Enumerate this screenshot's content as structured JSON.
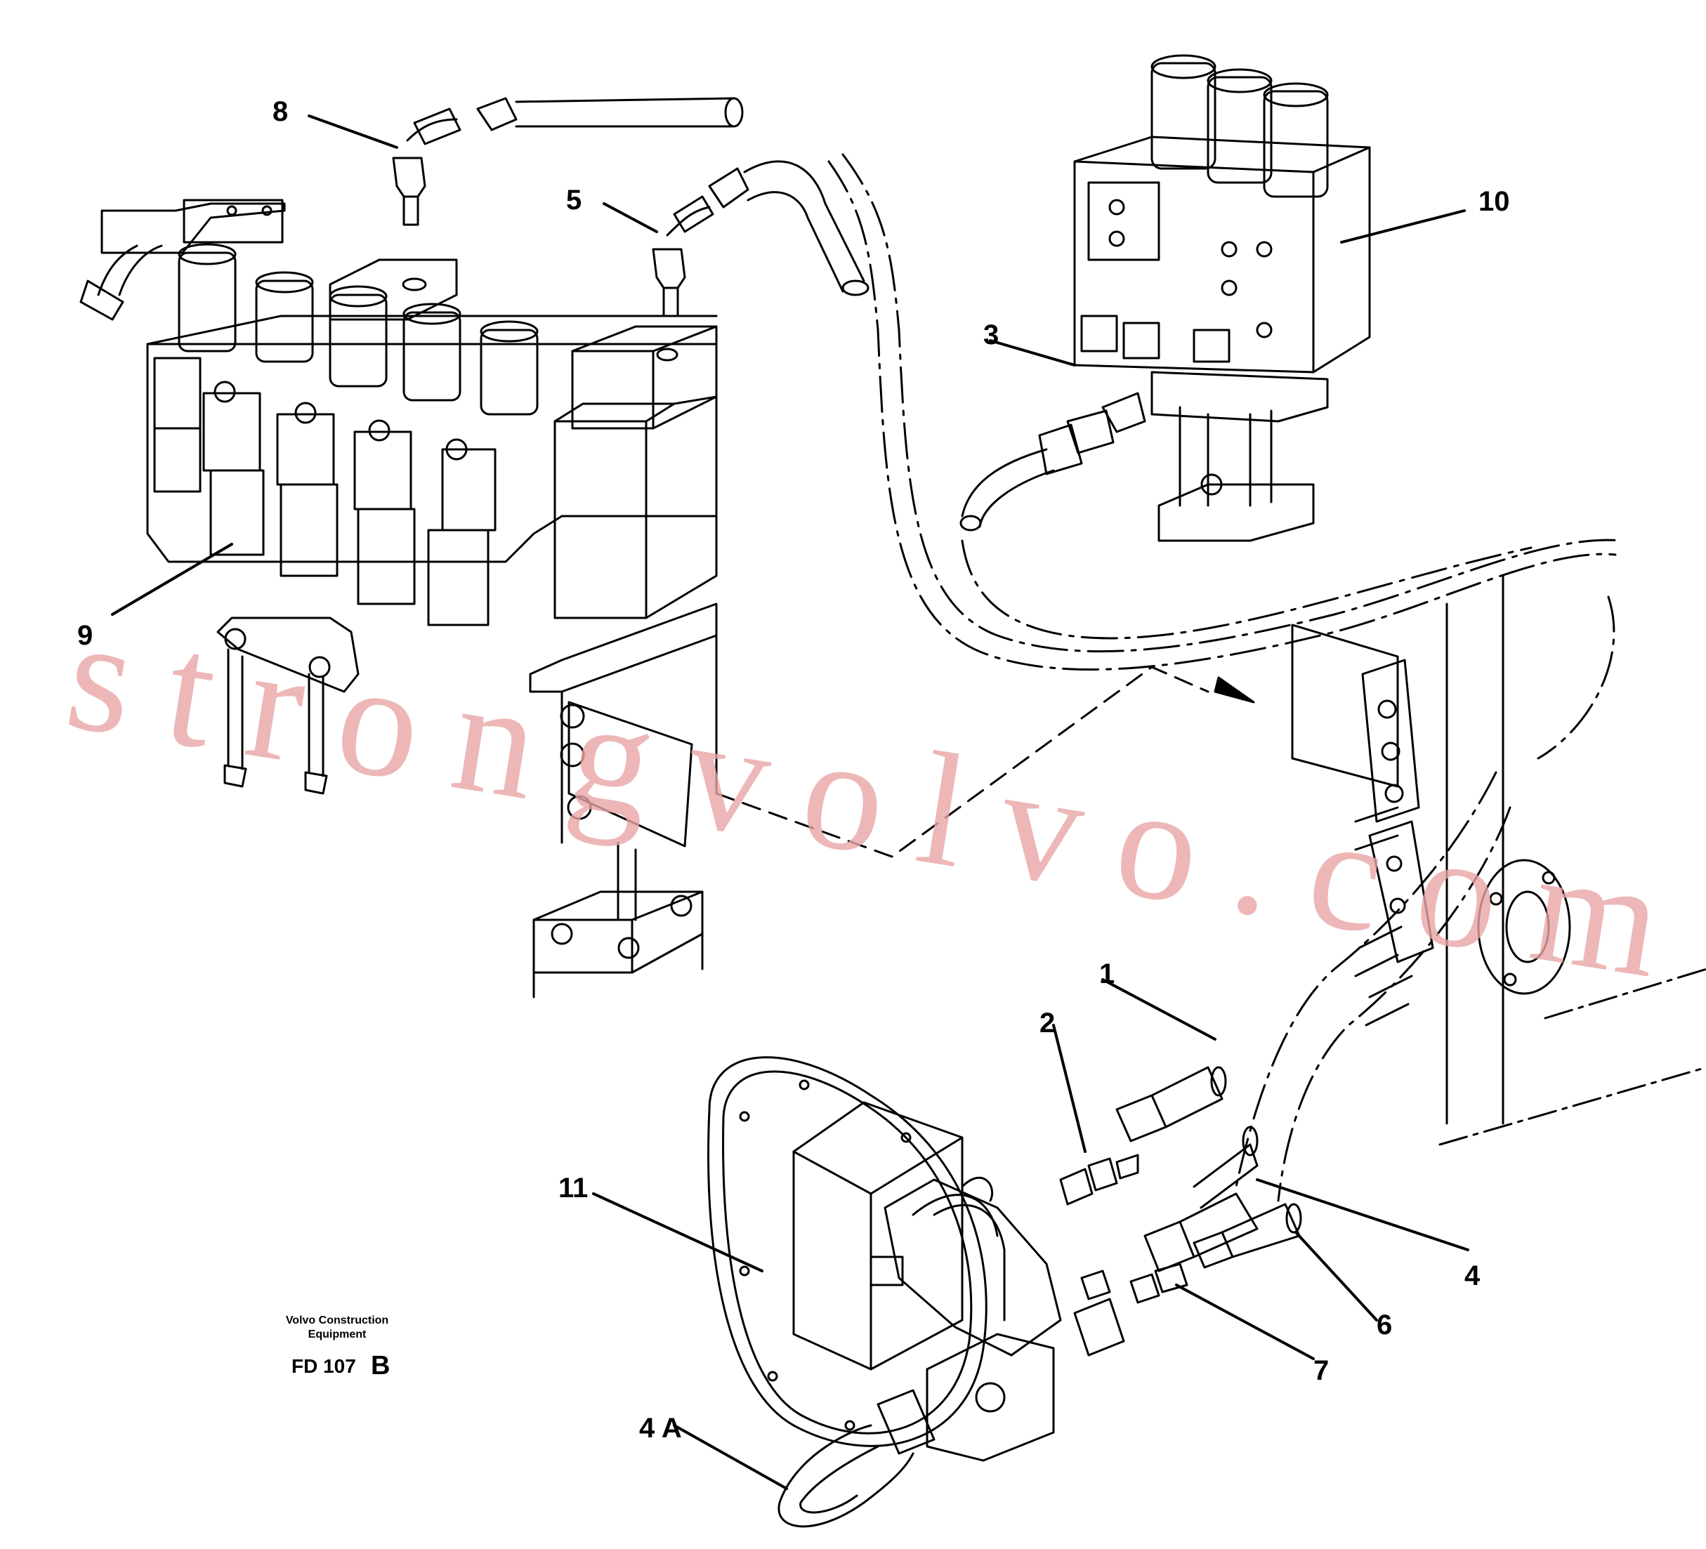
{
  "callouts": [
    {
      "id": "1",
      "label": "1"
    },
    {
      "id": "2",
      "label": "2"
    },
    {
      "id": "3",
      "label": "3"
    },
    {
      "id": "4",
      "label": "4"
    },
    {
      "id": "4a",
      "label": "4 A"
    },
    {
      "id": "5",
      "label": "5"
    },
    {
      "id": "6",
      "label": "6"
    },
    {
      "id": "7",
      "label": "7"
    },
    {
      "id": "8",
      "label": "8"
    },
    {
      "id": "9",
      "label": "9"
    },
    {
      "id": "10",
      "label": "10"
    },
    {
      "id": "11",
      "label": "11"
    }
  ],
  "watermark": "strongvolvo.com",
  "manufacturer_line1": "Volvo Construction",
  "manufacturer_line2": "Equipment",
  "drawing_code": "FD 107",
  "drawing_revision": "B",
  "colors": {
    "ink": "#000000",
    "watermark": "#e8a5a5",
    "paper": "#ffffff"
  }
}
